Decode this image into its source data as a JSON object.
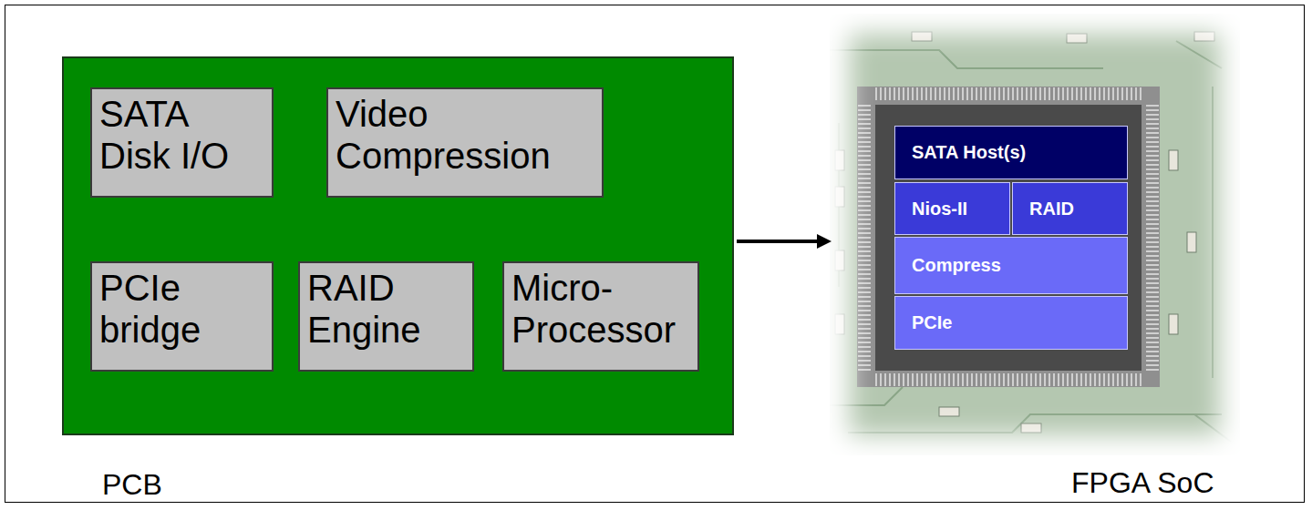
{
  "diagram": {
    "nodes": [
      {
        "text": [
          "PCB"
        ]
      },
      {
        "text": [
          "SATA Disk I/O"
        ],
        "in": 0
      },
      {
        "text": [
          "Video Compression"
        ],
        "in": 0
      },
      {
        "text": [
          "PCIe bridge"
        ],
        "in": 0
      },
      {
        "text": [
          "RAID Engine"
        ],
        "in": 0
      },
      {
        "text": [
          "Micro-Processor"
        ],
        "in": 0
      },
      {
        "text": [
          "FPGA SoC"
        ]
      },
      {
        "text": [
          "SATA Host(s)"
        ],
        "in": 6
      },
      {
        "text": [
          "Nios-II"
        ],
        "in": 6
      },
      {
        "text": [
          "RAID"
        ],
        "in": 6
      },
      {
        "text": [
          "Compress"
        ],
        "in": 6
      },
      {
        "text": [
          "PCIe"
        ],
        "in": 6
      }
    ],
    "edges": [
      {
        "from": 0,
        "to": 6,
        "arrow": "to"
      }
    ]
  }
}
